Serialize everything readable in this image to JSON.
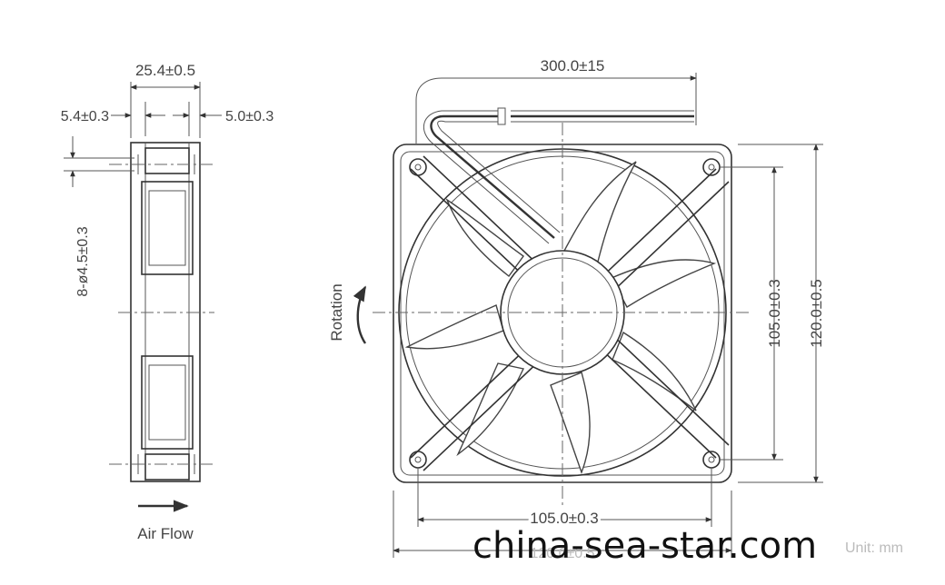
{
  "dimensions": {
    "thickness": "25.4±0.5",
    "left_offset": "5.4±0.3",
    "right_offset": "5.0±0.3",
    "holes": "8-ø4.5±0.3",
    "lead_length": "300.0±15",
    "hole_spacing_v": "105.0±0.3",
    "frame_height": "120.0±0.5",
    "hole_spacing_h": "105.0±0.3",
    "frame_width": "120.0±0.5"
  },
  "labels": {
    "rotation": "Rotation",
    "air_flow": "Air Flow",
    "unit": "Unit: mm"
  },
  "watermark": "china-sea-star.com"
}
